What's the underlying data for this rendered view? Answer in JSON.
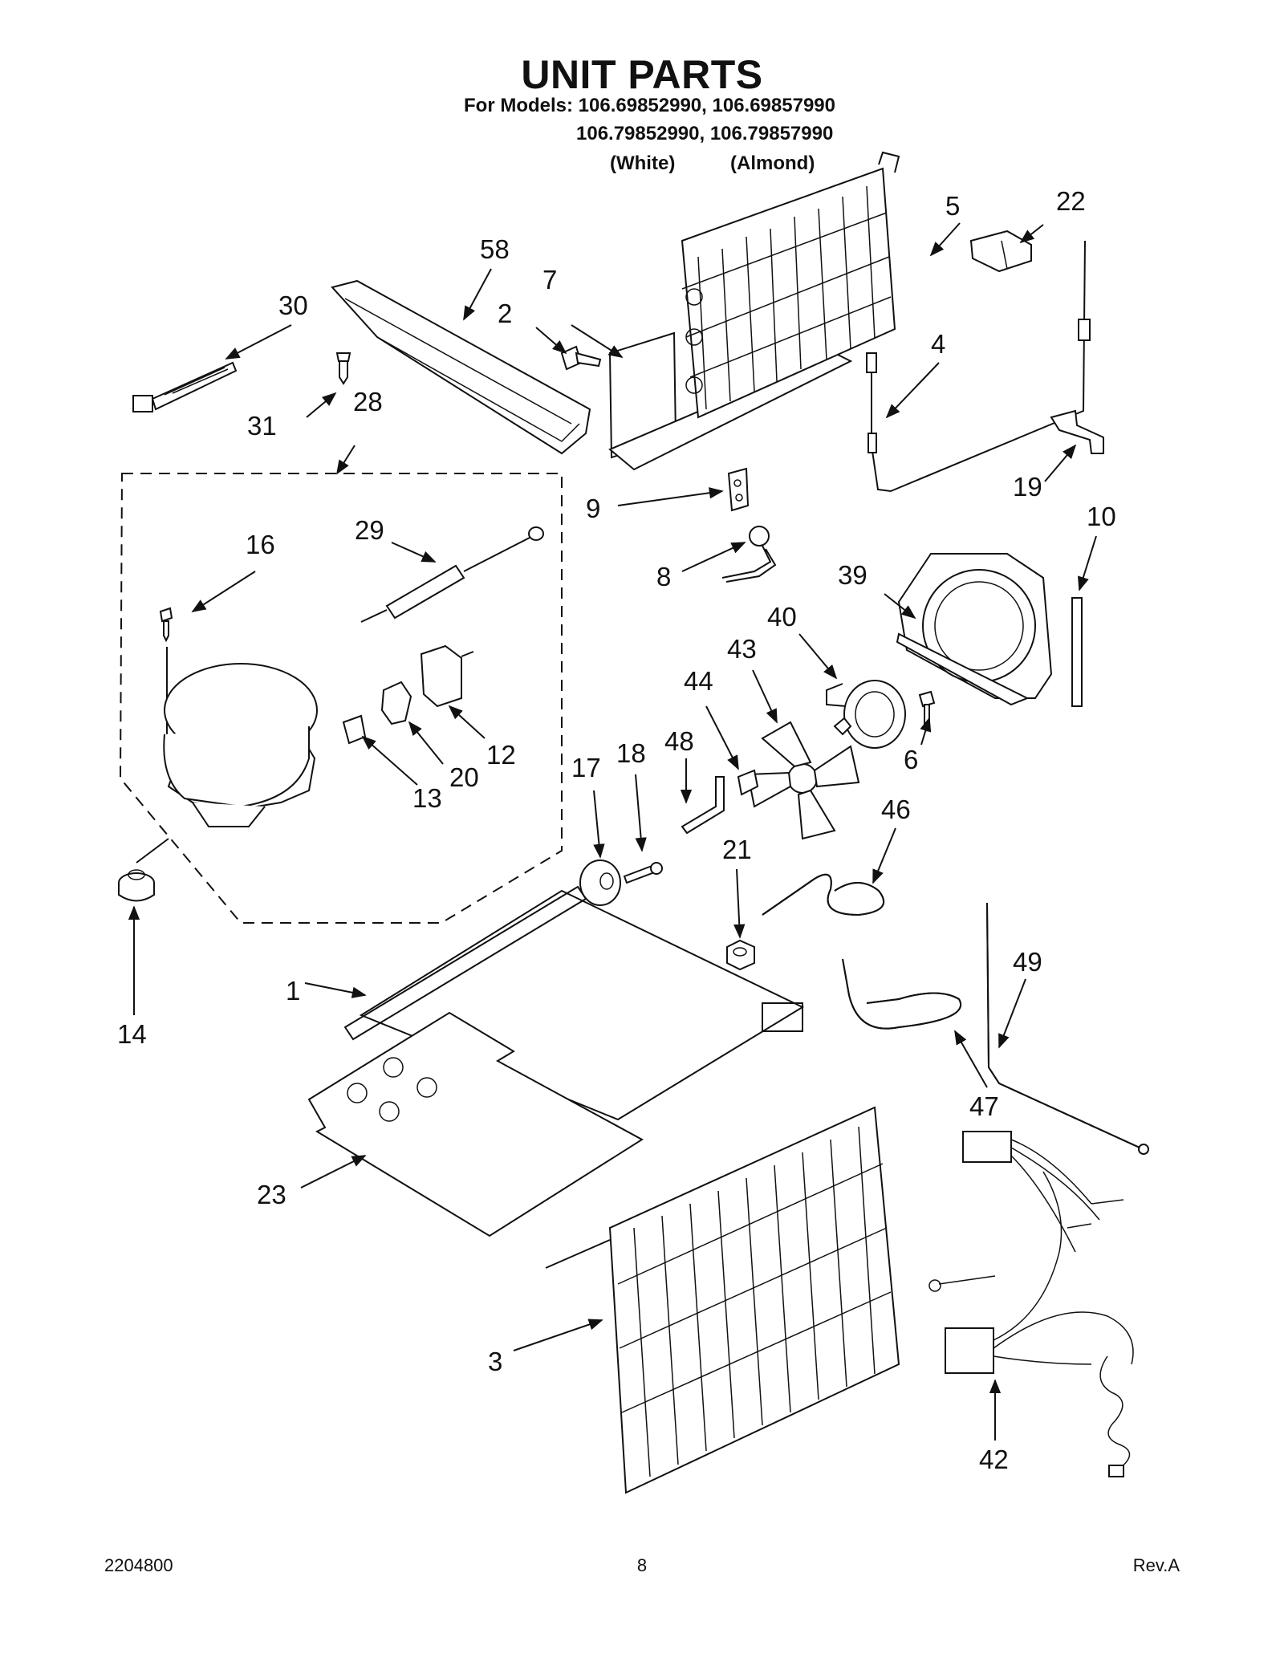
{
  "header": {
    "title": "UNIT PARTS",
    "models_line1": "For Models: 106.69852990, 106.69857990",
    "models_line2": "106.79852990, 106.79857990",
    "color_white": "(White)",
    "color_almond": "(Almond)"
  },
  "callouts": {
    "c1": "1",
    "c2": "2",
    "c3": "3",
    "c4": "4",
    "c5": "5",
    "c6": "6",
    "c7": "7",
    "c8": "8",
    "c9": "9",
    "c10": "10",
    "c12": "12",
    "c13": "13",
    "c14": "14",
    "c16": "16",
    "c17": "17",
    "c18": "18",
    "c19": "19",
    "c20": "20",
    "c21": "21",
    "c22": "22",
    "c23": "23",
    "c28": "28",
    "c29": "29",
    "c30": "30",
    "c31": "31",
    "c39": "39",
    "c40": "40",
    "c42": "42",
    "c43": "43",
    "c44": "44",
    "c46": "46",
    "c47": "47",
    "c48": "48",
    "c49": "49",
    "c58": "58"
  },
  "footer": {
    "doc_number": "2204800",
    "page_number": "8",
    "revision": "Rev.A"
  }
}
